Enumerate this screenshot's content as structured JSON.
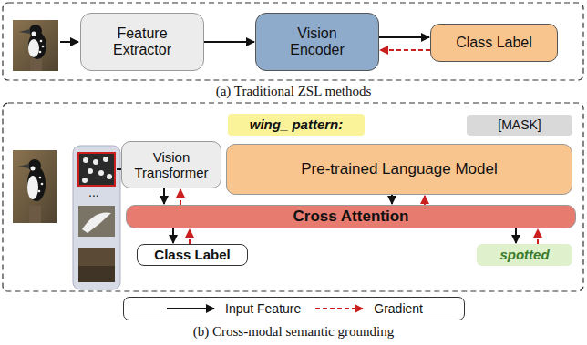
{
  "diagram": {
    "nodes": [
      {
        "text": [
          "Feature Extractor"
        ]
      },
      {
        "text": [
          "Vision Encoder"
        ]
      },
      {
        "text": [
          "Class Label"
        ]
      },
      {
        "text": [
          "wing_ pattern:"
        ]
      },
      {
        "text": [
          "[MASK]"
        ]
      },
      {
        "text": [
          "Vision Transformer"
        ]
      },
      {
        "text": [
          "Pre-trained Language Model"
        ]
      },
      {
        "text": [
          "Cross Attention"
        ]
      },
      {
        "text": [
          "Class Label"
        ]
      },
      {
        "text": [
          "spotted"
        ]
      }
    ],
    "edges": [
      {
        "from": 0,
        "to": 1,
        "arrow": "to"
      },
      {
        "from": 1,
        "to": 2,
        "arrow": "to"
      },
      {
        "from": 2,
        "to": 1,
        "arrow": "to"
      },
      {
        "from": 5,
        "to": 7,
        "arrow": "to"
      },
      {
        "from": 7,
        "to": 5,
        "arrow": "to"
      },
      {
        "from": 6,
        "to": 7,
        "arrow": "to"
      },
      {
        "from": 7,
        "to": 6,
        "arrow": "to"
      },
      {
        "from": 7,
        "to": 8,
        "arrow": "to"
      },
      {
        "from": 8,
        "to": 7,
        "arrow": "to"
      },
      {
        "from": 7,
        "to": 9,
        "arrow": "to"
      },
      {
        "from": 9,
        "to": 7,
        "arrow": "to"
      }
    ],
    "labels": [
      "...",
      "(a) Traditional ZSL methods",
      "(b) Cross-modal semantic grounding"
    ],
    "legend": [
      {
        "text": "Input Feature"
      },
      {
        "text": "Gradient"
      }
    ]
  }
}
